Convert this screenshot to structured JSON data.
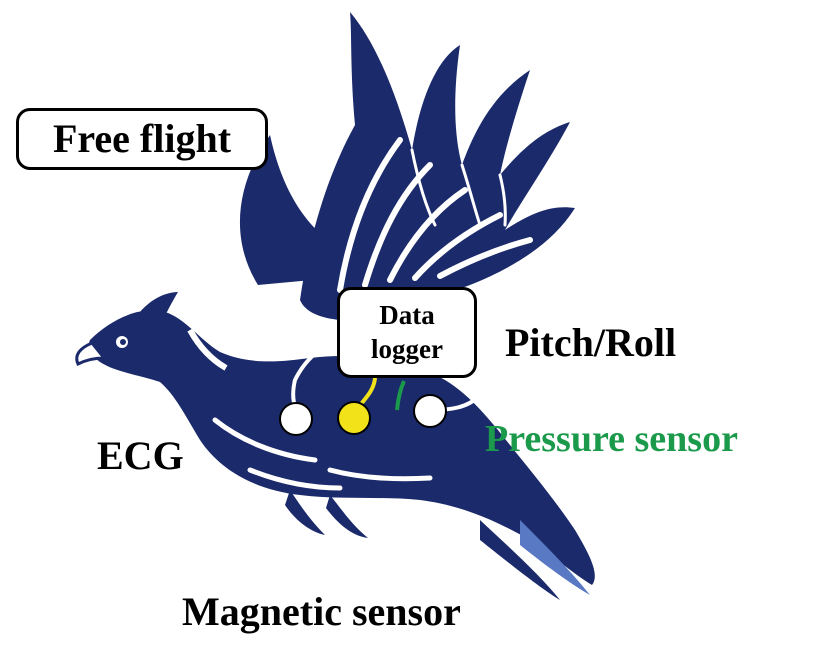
{
  "labels": {
    "mode": "Free flight",
    "pitch_roll": "Pitch/Roll",
    "pressure": "Pressure sensor",
    "ecg": "ECG",
    "magnetic": "Magnetic sensor",
    "logger_line1": "Data",
    "logger_line2": "logger"
  },
  "colors": {
    "bird": "#1b2a6b",
    "bird_light": "#5a79c4",
    "pressure": "#1a9a4a",
    "magnetic_sensor": "#f2e21a",
    "sensor": "#ffffff"
  }
}
